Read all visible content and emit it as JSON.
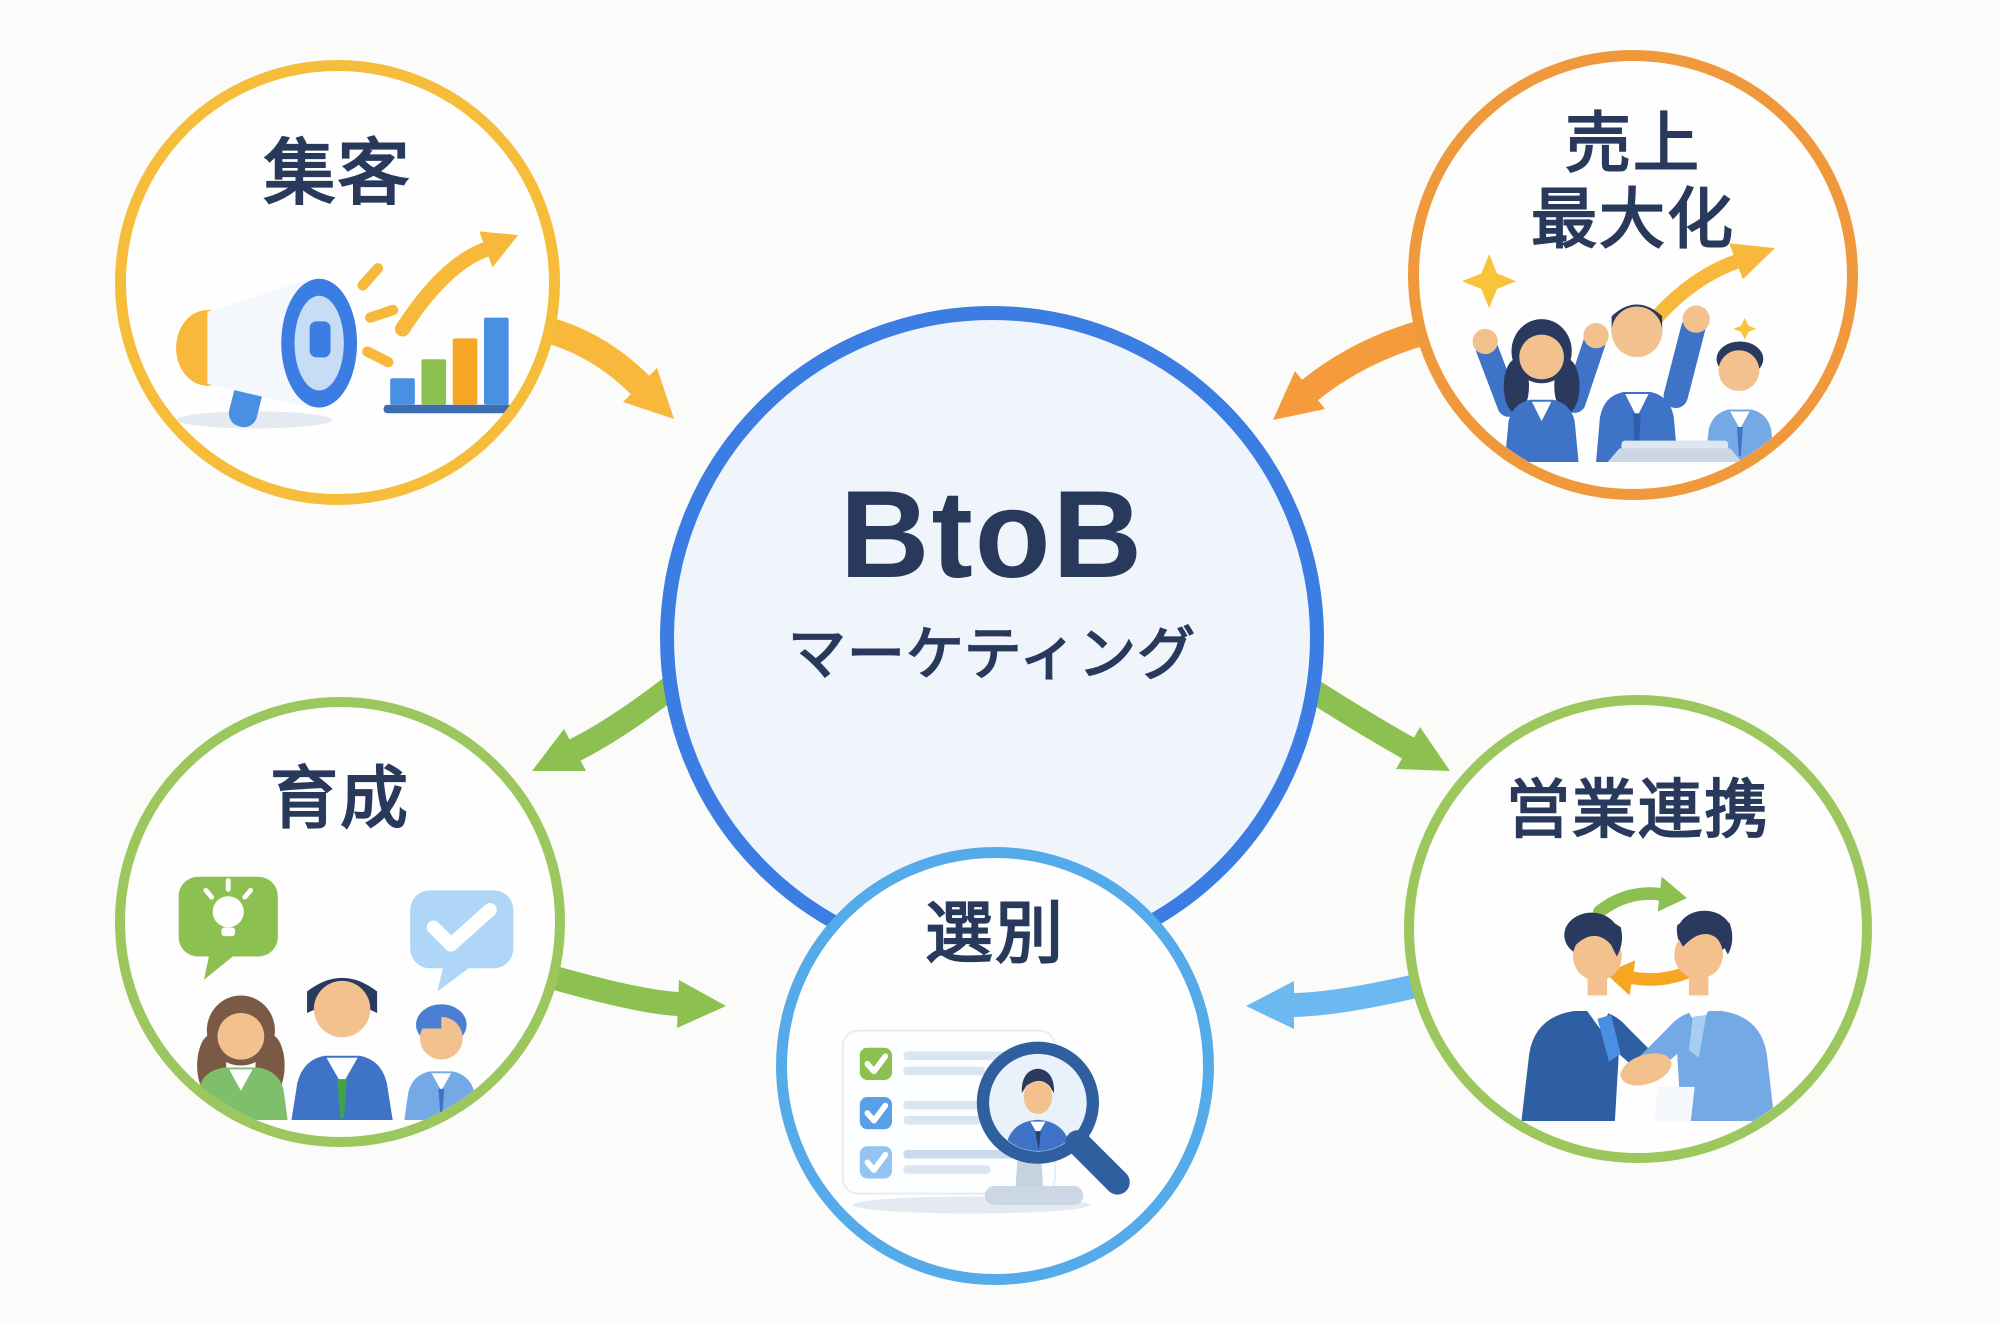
{
  "nodes": {
    "center": {
      "line1": "BtoB",
      "line2": "マーケティング"
    },
    "attract": {
      "label": "集客"
    },
    "sales_max": {
      "line1": "売上",
      "line2": "最大化"
    },
    "nurture": {
      "label": "育成"
    },
    "select": {
      "label": "選別"
    },
    "sales_alignment": {
      "label": "営業連携"
    }
  },
  "icons": {
    "attract": "megaphone-growth-chart-illustration",
    "sales_max": "team-celebration-illustration",
    "nurture": "people-speech-bubbles-illustration",
    "select": "checklist-magnifier-illustration",
    "sales_alignment": "handshake-illustration"
  },
  "colors": {
    "background": "#FBFBF9",
    "text_navy": "#28395C",
    "circle_fill": "#FEFEFE",
    "center_border": "#3C7DE3",
    "center_fill": "#F0F5FB",
    "attract_border": "#F6BD3B",
    "sales_max_border": "#F0993C",
    "nurture_border": "#9CC75E",
    "select_border": "#55ABEA",
    "sales_alignment_border": "#9CC75E",
    "arrow_yellow": "#F8B83C",
    "arrow_orange": "#F59B3C",
    "arrow_green": "#8CC152",
    "arrow_blue": "#6CB9F2"
  }
}
